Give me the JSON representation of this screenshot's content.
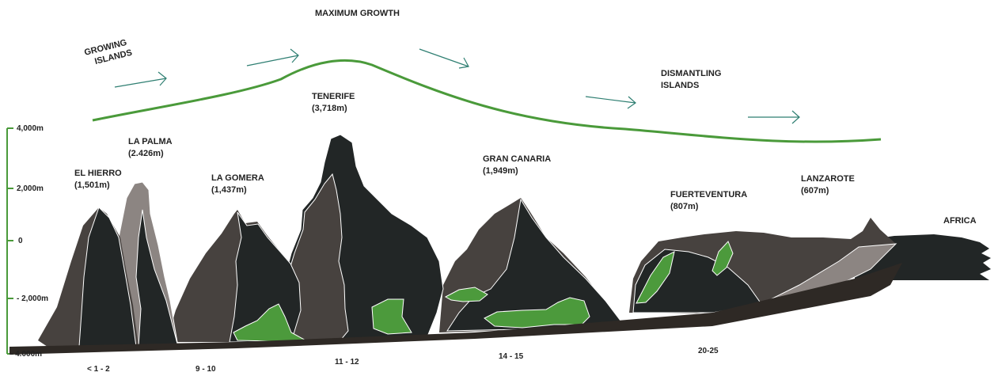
{
  "colors": {
    "growth_curve": "#4a9a3a",
    "arrow": "#2f7f72",
    "rock_dark": "#222626",
    "rock_mid": "#47423f",
    "rock_light": "#8c8582",
    "vegetation": "#4c9a3c",
    "base": "#2e2925",
    "axis": "#4a9a3a"
  },
  "phases": {
    "growing": [
      "GROWING",
      "ISLANDS"
    ],
    "maximum": "MAXIMUM GROWTH",
    "dismantling": [
      "DISMANTLING",
      "ISLANDS"
    ]
  },
  "islands": [
    {
      "name": "EL HIERRO",
      "height": "(1,501m)"
    },
    {
      "name": "LA PALMA",
      "height": "(2.426m)"
    },
    {
      "name": "LA GOMERA",
      "height": "(1,437m)"
    },
    {
      "name": "TENERIFE",
      "height": "(3,718m)"
    },
    {
      "name": "GRAN CANARIA",
      "height": "(1,949m)"
    },
    {
      "name": "FUERTEVENTURA",
      "height": "(807m)"
    },
    {
      "name": "LANZAROTE",
      "height": "(607m)"
    }
  ],
  "continent": "AFRICA",
  "y_axis": [
    "4,000m",
    "2,000m",
    "0",
    "- 2,000m",
    "- 4.000m"
  ],
  "ages": [
    "< 1 - 2",
    "9 - 10",
    "11 - 12",
    "14 - 15",
    "20-25"
  ]
}
